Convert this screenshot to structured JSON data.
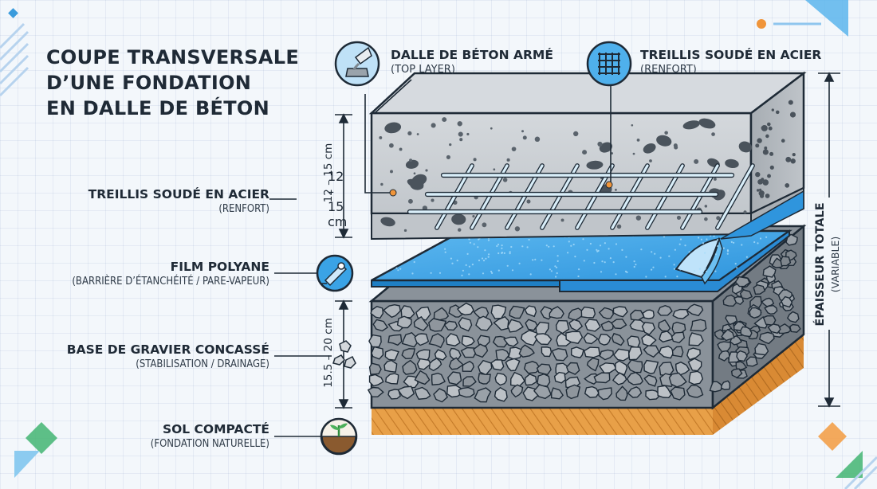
{
  "title": {
    "line1": "COUPE TRANSVERSALE",
    "line2": "D’UNE FONDATION",
    "line3": "EN DALLE DE BÉTON"
  },
  "callouts_top": [
    {
      "title": "DALLE DE BÉTON ARMÉ",
      "subtitle": "(TOP LAYER)",
      "icon": "concrete-pour-icon"
    },
    {
      "title": "TREILLIS SOUDÉ EN ACIER",
      "subtitle": "(RENFORT)",
      "icon": "mesh-grid-icon"
    }
  ],
  "layers": [
    {
      "title": "TREILLIS SOUDÉ EN ACIER",
      "subtitle": "(RENFORT)"
    },
    {
      "title": "FILM POLYANE",
      "subtitle": "(BARRIÈRE D’ÉTANCHÉITÉ / PARE-VAPEUR)",
      "icon": "film-roll-icon"
    },
    {
      "title": "BASE DE GRAVIER CONCASSÉ",
      "subtitle": "(STABILISATION / DRAINAGE)",
      "icon": "gravel-icon"
    },
    {
      "title": "SOL COMPACTÉ",
      "subtitle": "(FONDATION NATURELLE)",
      "icon": "soil-icon"
    }
  ],
  "dimensions": {
    "slab": "12 – 15 cm",
    "gravel": "15.5 – 20 cm",
    "total_title": "ÉPAISSEUR TOTALE",
    "total_subtitle": "(VARIABLE)"
  },
  "colors": {
    "concrete": "#c9cdd2",
    "polyane": "#3aa3e6",
    "gravel": "#7d858d",
    "soil": "#e9a04a",
    "dark_line": "#1e2a36"
  }
}
